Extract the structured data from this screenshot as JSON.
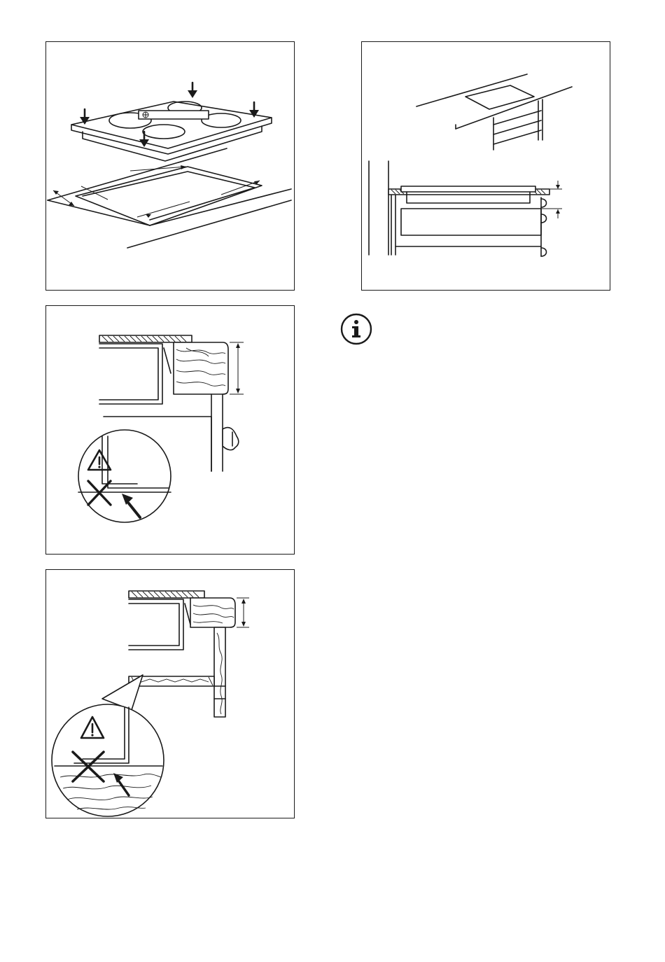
{
  "figures": [
    {
      "id": "hob-into-worktop-cutout",
      "icons": [
        "down-arrow-icon",
        "down-arrow-icon",
        "down-arrow-icon",
        "down-arrow-icon"
      ]
    },
    {
      "id": "hob-above-cabinet-section"
    },
    {
      "id": "hob-above-drawer-section",
      "icons": [
        "warning-triangle-icon",
        "cross-mark-icon",
        "arrow-pointer-icon"
      ]
    },
    {
      "id": "hob-above-oven-section",
      "icons": [
        "warning-triangle-icon",
        "cross-mark-icon",
        "arrow-pointer-icon"
      ]
    }
  ],
  "info_note": {
    "icon": "info-icon"
  },
  "colors": {
    "line": "#1a1a1a",
    "background": "#ffffff"
  }
}
